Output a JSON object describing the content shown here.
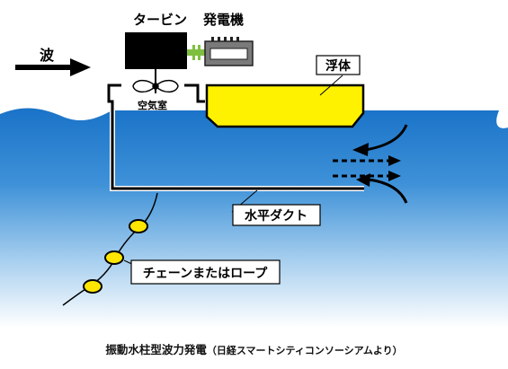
{
  "labels": {
    "wave": "波",
    "turbine": "タービン",
    "generator": "発電機",
    "float": "浮体",
    "air_chamber": "空気室",
    "duct": "水平ダクト",
    "chain": "チェーンまたはロープ"
  },
  "caption": {
    "title": "振動水柱型波力発電",
    "source": "（日経スマートシティコンソーシアムより）"
  },
  "colors": {
    "sea_top": "#1a73c8",
    "sea_bottom": "#ffffff",
    "float": "#fff200",
    "turbine": "#000000",
    "generator": "#7a7a7a",
    "coupling": "#7fbf3f",
    "buoy": "#ffe600"
  }
}
